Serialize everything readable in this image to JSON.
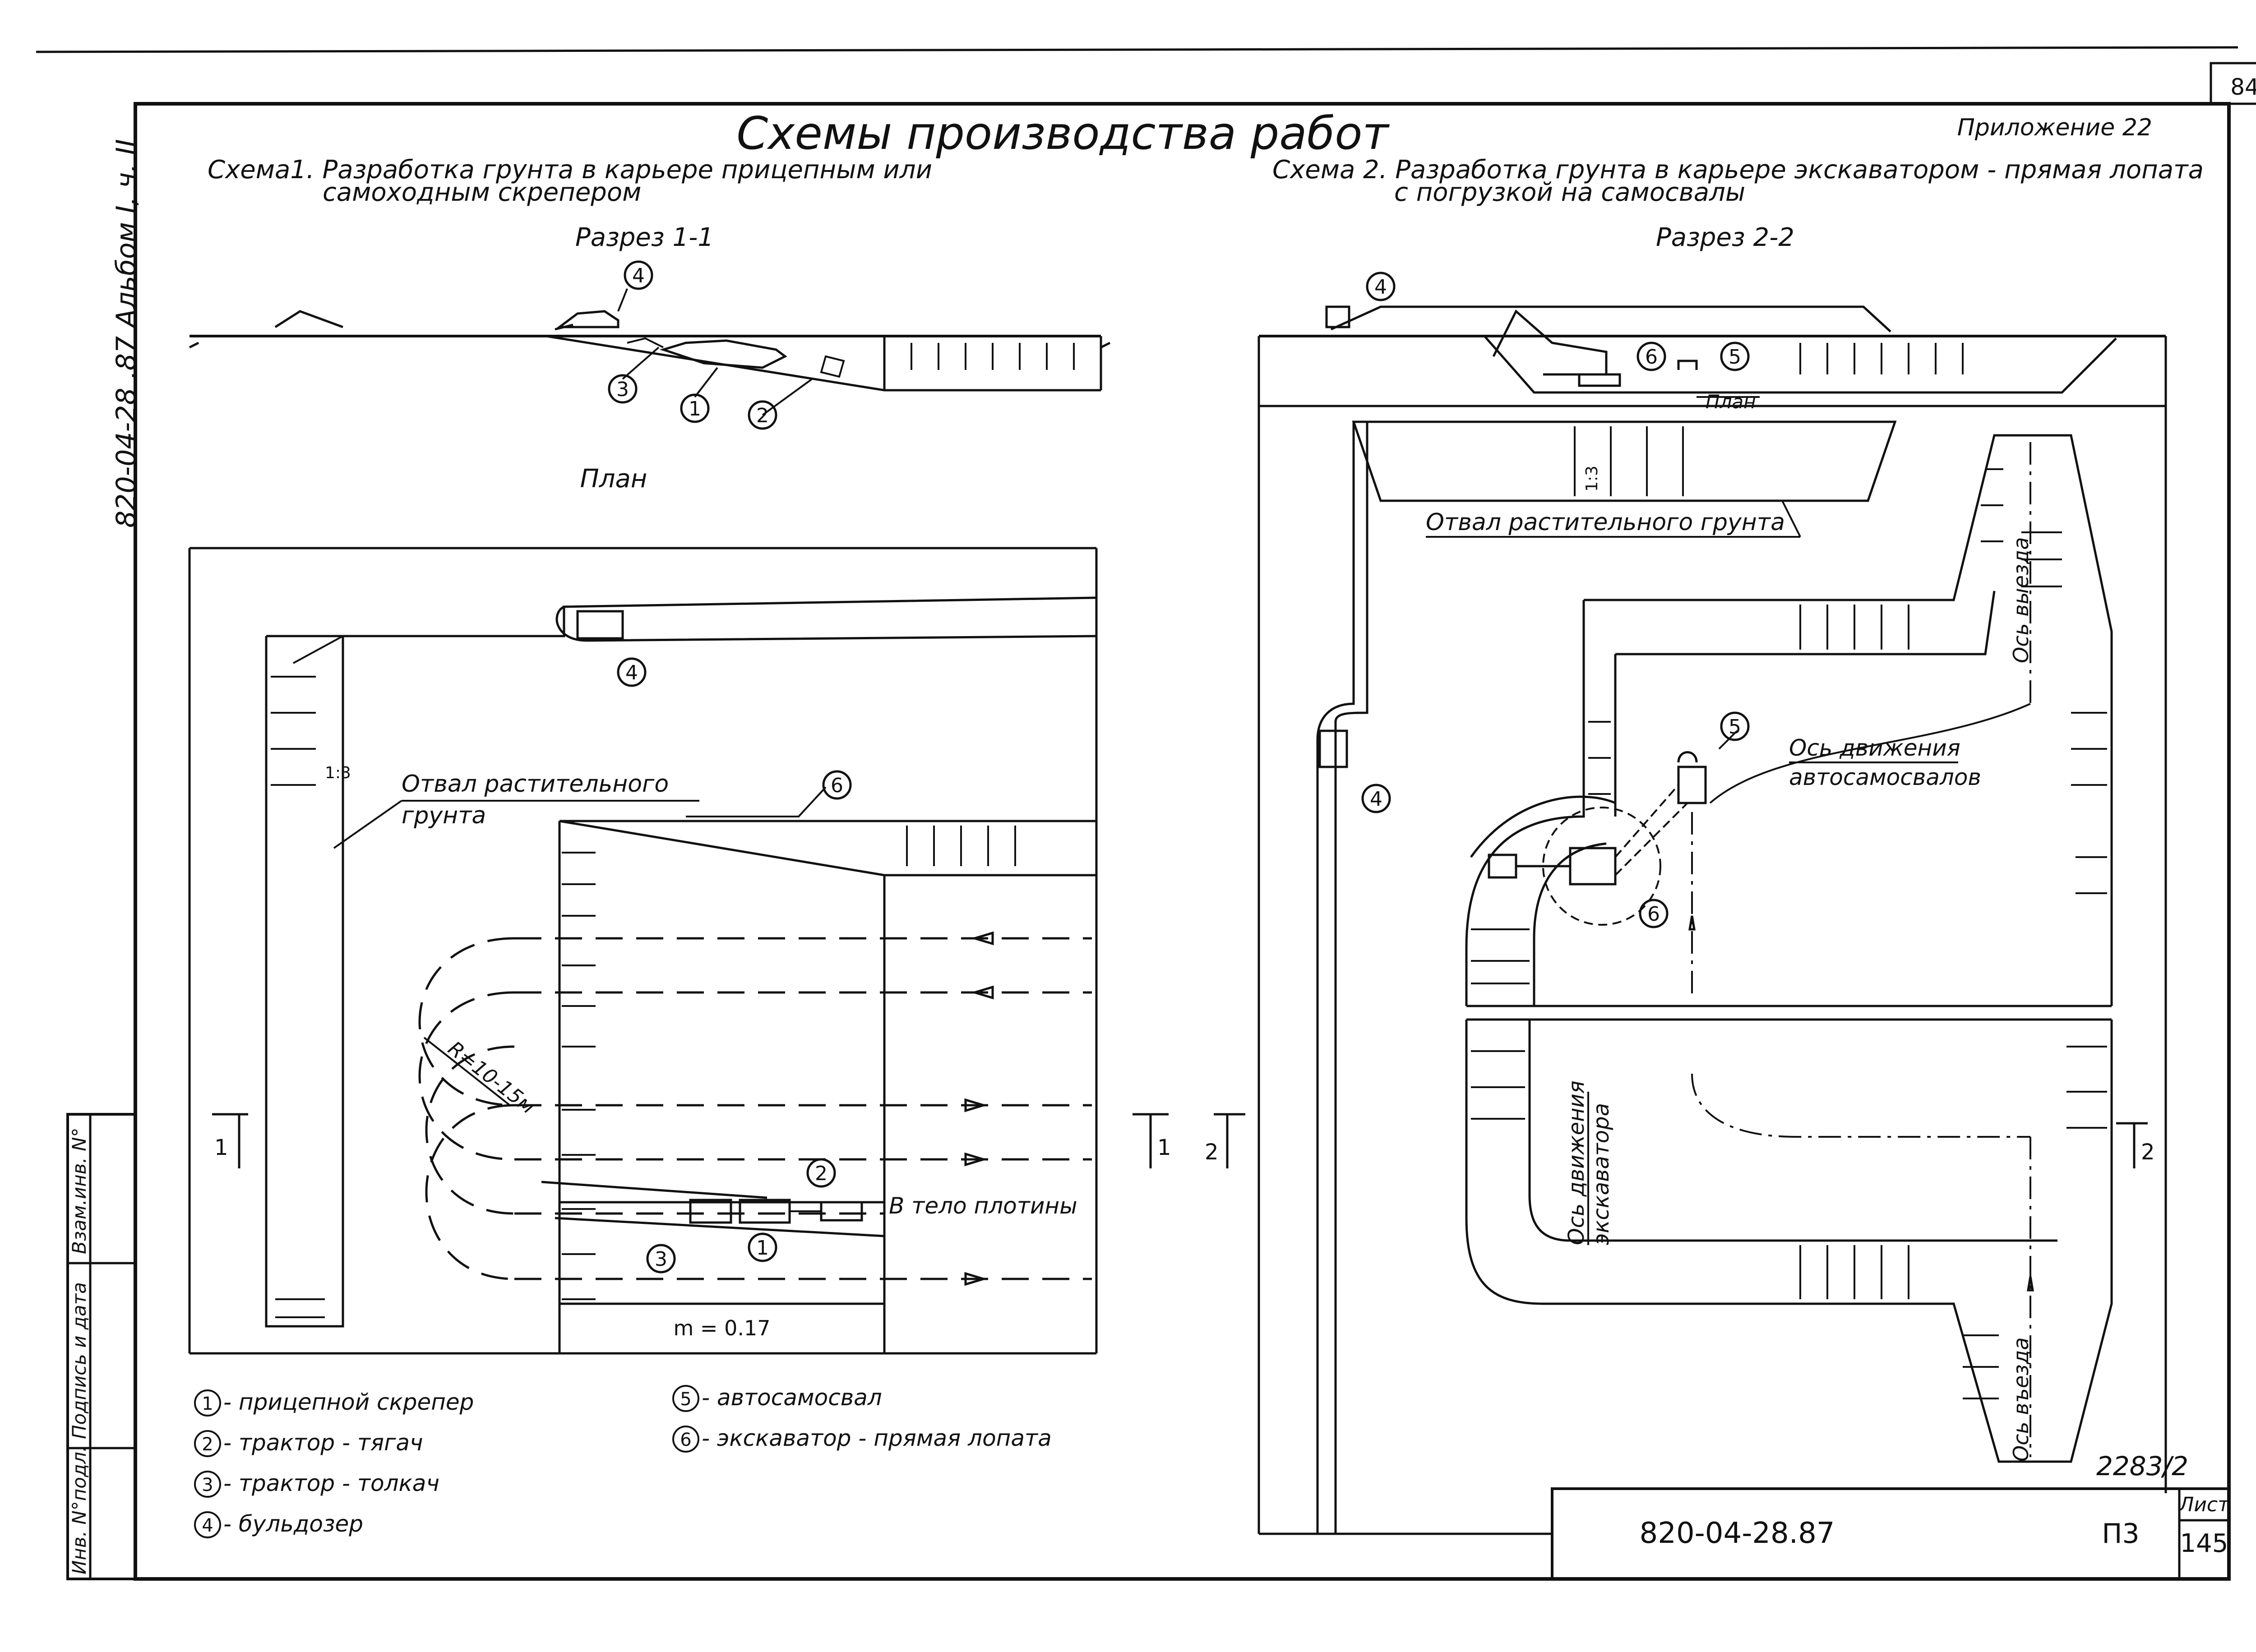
{
  "sheet": {
    "page_number": "84",
    "main_title": "Схемы производства работ",
    "appendix": "Приложение 22",
    "side_stamp": "820-04-28 .87 Альбом I, ч. II",
    "doc_number": "820-04-28.87",
    "sheet_code": "П3",
    "sheet_label": "Лист",
    "sheet_number": "145",
    "inventory_number": "2283/2"
  },
  "left_strip": {
    "col1": "Инв. N°подл.",
    "col2": "Подпись и дата",
    "col3": "Взам.инв. N°"
  },
  "scheme1": {
    "title_line1": "Схема1. Разработка грунта в карьере прицепным или",
    "title_line2": "самоходным скрепером",
    "section_title": "Разрез 1-1",
    "plan_title": "План",
    "topsoil_label_1": "Отвал растительного",
    "topsoil_label_2": "грунта",
    "slope_label": "1:3",
    "radius_label": "R=10-15м",
    "dam_label": "В тело плотины",
    "m_label": "m = 0.17",
    "cut_mark": "1"
  },
  "scheme2": {
    "title_line1": "Схема 2. Разработка грунта в карьере экскаватором - прямая лопата",
    "title_line2": "с погрузкой на самосвалы",
    "section_title": "Разрез 2-2",
    "plan_title": "План",
    "topsoil_label": "Отвал растительного грунта",
    "slope_label": "1:3",
    "truck_axis_1": "Ось движения",
    "truck_axis_2": "автосамосвалов",
    "exit_label": "Ось выезда",
    "entry_label": "Ось въезда",
    "excavator_axis_1": "Ось движения",
    "excavator_axis_2": "экскаватора",
    "cut_mark": "2"
  },
  "markers": [
    "1",
    "2",
    "3",
    "4",
    "5",
    "6"
  ],
  "legend": {
    "left": [
      {
        "num": "1",
        "text": "- прицепной скрепер"
      },
      {
        "num": "2",
        "text": "- трактор - тягач"
      },
      {
        "num": "3",
        "text": "- трактор - толкач"
      },
      {
        "num": "4",
        "text": "- бульдозер"
      }
    ],
    "right": [
      {
        "num": "5",
        "text": "- автосамосвал"
      },
      {
        "num": "6",
        "text": "- экскаватор - прямая лопата"
      }
    ]
  }
}
